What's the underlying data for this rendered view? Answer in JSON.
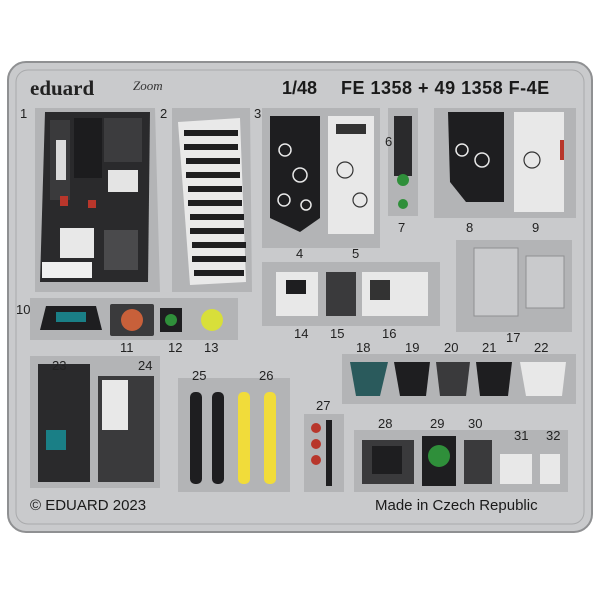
{
  "header": {
    "brand": "eduard",
    "line": "Zoom",
    "scale": "1/48",
    "product": "FE 1358 + 49 1358 F-4E"
  },
  "footer": {
    "copyright": "© EDUARD 2023",
    "origin": "Made in Czech Republic"
  },
  "part_numbers": [
    "1",
    "2",
    "3",
    "4",
    "5",
    "6",
    "7",
    "8",
    "9",
    "10",
    "11",
    "12",
    "13",
    "14",
    "15",
    "16",
    "17",
    "18",
    "19",
    "20",
    "21",
    "22",
    "23",
    "24",
    "25",
    "26",
    "27",
    "28",
    "29",
    "30",
    "31",
    "32"
  ],
  "colors": {
    "sheet": "#c9cacc",
    "panel": "#b8b9bb",
    "panel_dark": "#1d1d1f",
    "instrument_white": "#f2f2f2",
    "warning_red": "#b8362b",
    "harness_yellow": "#f1dc3a",
    "scope_green": "#2f8f3a",
    "lamp_yellow": "#d8df3a",
    "lamp_orange": "#c8603a"
  }
}
